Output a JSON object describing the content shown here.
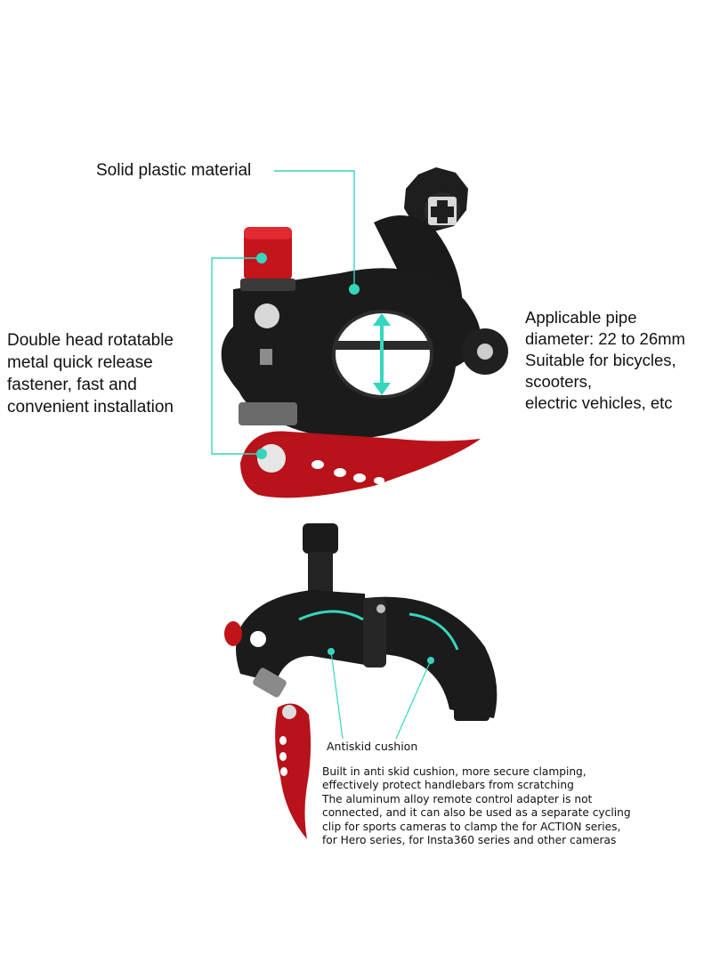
{
  "colors": {
    "accent": "#35d6be",
    "body": "#1b1b1b",
    "lever": "#c0141a",
    "steel": "#bfbfbf"
  },
  "labels": {
    "solid_plastic": "Solid plastic material",
    "quick_release": "Double head rotatable\nmetal quick release\nfastener, fast and\nconvenient installation",
    "pipe_diameter": "Applicable pipe\ndiameter: 22 to 26mm\nSuitable for bicycles,\nscooters,\nelectric vehicles, etc",
    "antiskid": "Antiskid cushion",
    "description": "Built in anti skid cushion, more secure clamping,\neffectively protect handlebars from scratching\nThe aluminum alloy remote control adapter is not\nconnected, and it can also be used as a separate cycling\nclip for sports cameras to clamp the for ACTION series,\nfor Hero series, for Insta360 series and other cameras"
  }
}
